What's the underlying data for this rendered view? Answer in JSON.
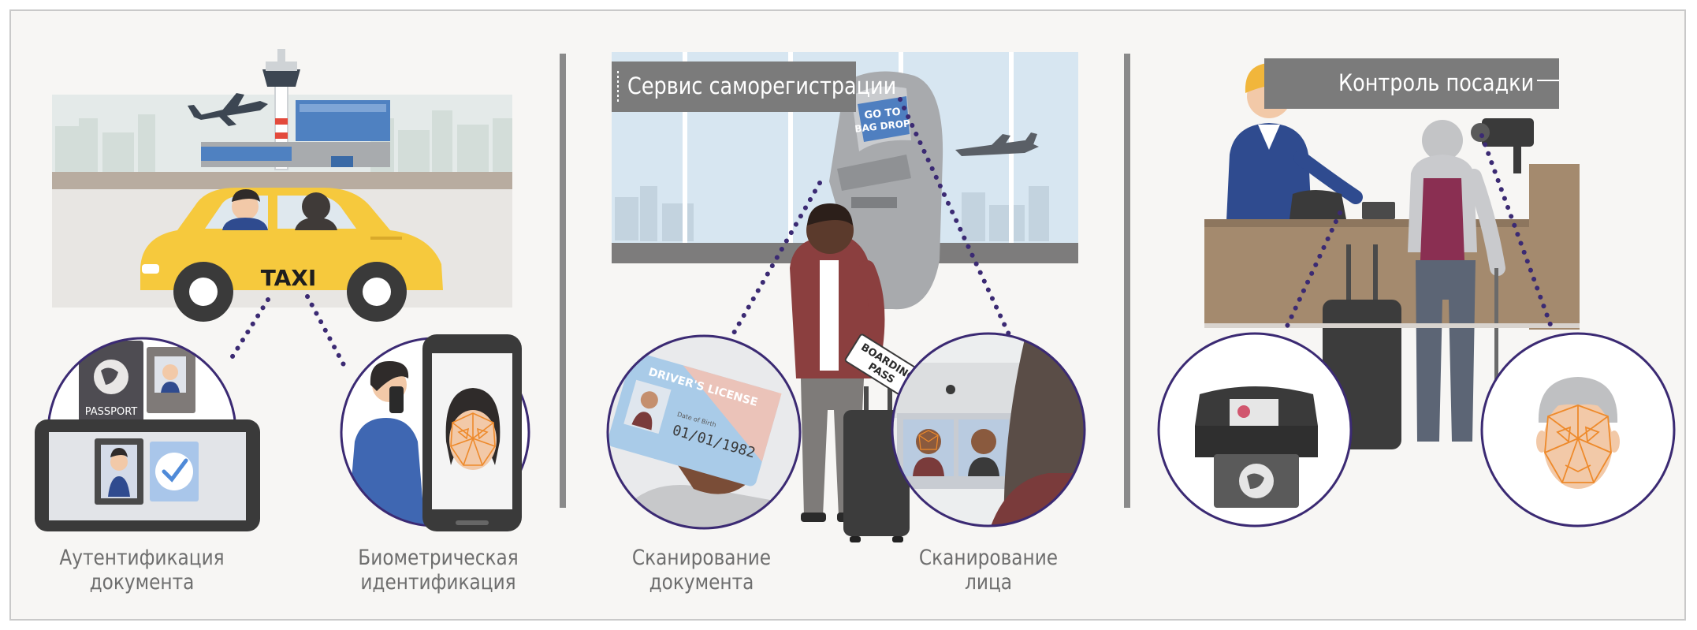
{
  "panels": [
    {
      "id": "taxi",
      "vehicle_label": "TAXI",
      "passport_label": "PASSPORT",
      "captions": [
        {
          "line1": "Аутентификация",
          "line2": "документа"
        },
        {
          "line1": "Биометрическая",
          "line2": "идентификация"
        }
      ]
    },
    {
      "id": "kiosk",
      "banner": "Сервис саморегистрации",
      "kiosk_screen": [
        "GO TO",
        "BAG DROP"
      ],
      "license_title": "DRIVER'S LICENSE",
      "license_dob_label": "Date of Birth",
      "license_date": "01/01/1982",
      "boarding_pass": [
        "BOARDING",
        "PASS"
      ],
      "captions": [
        {
          "line1": "Сканирование",
          "line2": "документа"
        },
        {
          "line1": "Сканирование",
          "line2": "лица"
        }
      ]
    },
    {
      "id": "boarding",
      "banner": "Контроль посадки",
      "captions": []
    }
  ],
  "colors": {
    "accent_purple": "#3b2a73",
    "taxi_yellow": "#f6c93d",
    "face_mesh_orange": "#ee8a2b",
    "banner_grey": "#7b7b7b",
    "divider_grey": "#8a8a8a"
  }
}
